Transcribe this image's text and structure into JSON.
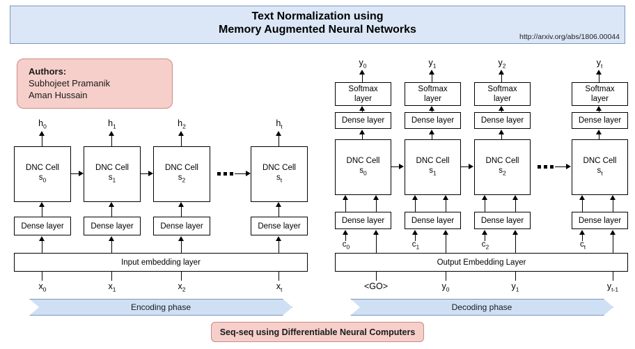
{
  "header": {
    "title_line1": "Text Normalization using",
    "title_line2": "Memory Augmented Neural Networks",
    "url": "http://arxiv.org/abs/1806.00044",
    "bg_color": "#dbe7f7",
    "border_color": "#7b95bd"
  },
  "authors": {
    "heading": "Authors:",
    "name1": "Subhojeet Pramanik",
    "name2": "Aman Hussain",
    "bg_color": "#f6cfca",
    "border_color": "#c98a84"
  },
  "encoder": {
    "phase_label": "Encoding phase",
    "embedding_label": "Input embedding layer",
    "dense_label": "Dense layer",
    "cell_title": "DNC Cell",
    "ellipsis": "•••",
    "columns": [
      {
        "state": "s",
        "state_sub": "0",
        "output": "h",
        "output_sub": "0",
        "input": "x",
        "input_sub": "0"
      },
      {
        "state": "s",
        "state_sub": "1",
        "output": "h",
        "output_sub": "1",
        "input": "x",
        "input_sub": "1"
      },
      {
        "state": "s",
        "state_sub": "2",
        "output": "h",
        "output_sub": "2",
        "input": "x",
        "input_sub": "2"
      },
      {
        "state": "s",
        "state_sub": "t",
        "output": "h",
        "output_sub": "t",
        "input": "x",
        "input_sub": "t"
      }
    ]
  },
  "decoder": {
    "phase_label": "Decoding phase",
    "embedding_label": "Output Embedding Layer",
    "dense_label": "Dense layer",
    "softmax_label_line1": "Softmax",
    "softmax_label_line2": "layer",
    "cell_title": "DNC Cell",
    "ellipsis": "•••",
    "columns": [
      {
        "state": "s",
        "state_sub": "0",
        "output": "y",
        "output_sub": "0",
        "context": "c",
        "context_sub": "0",
        "input": "<GO>",
        "input_sub": ""
      },
      {
        "state": "s",
        "state_sub": "1",
        "output": "y",
        "output_sub": "1",
        "context": "c",
        "context_sub": "1",
        "input": "y",
        "input_sub": "0"
      },
      {
        "state": "s",
        "state_sub": "2",
        "output": "y",
        "output_sub": "2",
        "context": "c",
        "context_sub": "2",
        "input": "y",
        "input_sub": "1"
      },
      {
        "state": "s",
        "state_sub": "t",
        "output": "y",
        "output_sub": "t",
        "context": "c",
        "context_sub": "t",
        "input": "y",
        "input_sub": "t-1"
      }
    ]
  },
  "caption": {
    "text": "Seq-seq using Differentiable Neural Computers",
    "bg_color": "#f6cfca",
    "border_color": "#c98a84"
  },
  "phase_banner_color": "#cfe0f5"
}
